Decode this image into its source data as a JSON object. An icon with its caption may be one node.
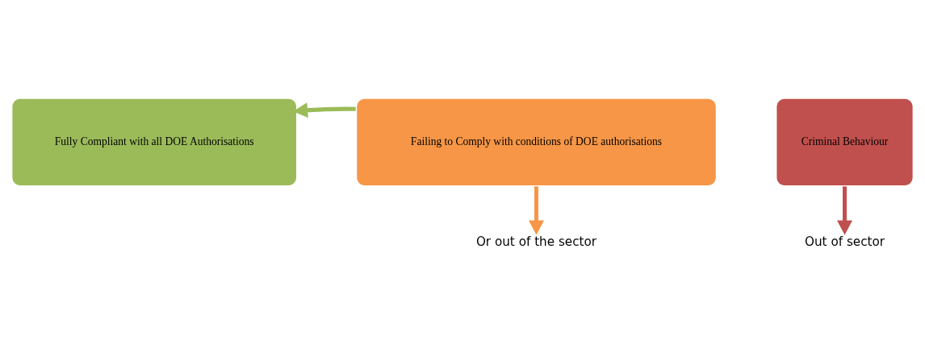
{
  "diagram": {
    "nodes": [
      {
        "text": [
          "Fully Compliant with all DOE Authorisations"
        ]
      },
      {
        "text": [
          "Failing to Comply with conditions of DOE authorisations"
        ]
      },
      {
        "text": [
          "Criminal Behaviour"
        ]
      },
      {
        "text": [
          "Or out of the sector"
        ]
      },
      {
        "text": [
          "Out of sector"
        ]
      }
    ],
    "edges": [
      {
        "from": 1,
        "to": 0,
        "arrow": "to",
        "color": "#9bbb59"
      },
      {
        "from": 1,
        "to": 3,
        "arrow": "to",
        "color": "#f79646"
      },
      {
        "from": 2,
        "to": 4,
        "arrow": "to",
        "color": "#c0504d"
      }
    ]
  }
}
